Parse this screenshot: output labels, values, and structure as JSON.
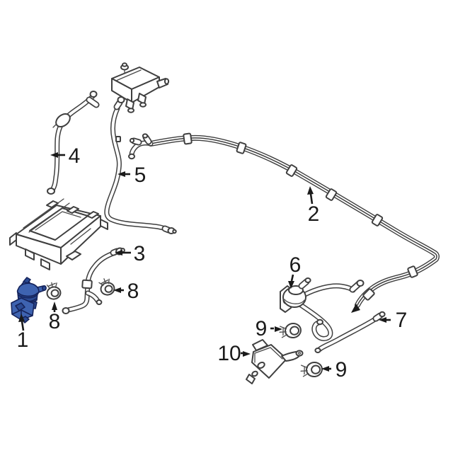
{
  "diagram": {
    "background": "#ffffff",
    "line_color": "#3f3f3f",
    "label_color": "#1a1a1a",
    "highlight_part": {
      "callout": "1",
      "fill": "#3e63b0",
      "shade": "#2b4a92",
      "outline": "#15235a"
    },
    "callouts": {
      "c1": {
        "text": "1"
      },
      "c2": {
        "text": "2"
      },
      "c3": {
        "text": "3"
      },
      "c4": {
        "text": "4"
      },
      "c5": {
        "text": "5"
      },
      "c6": {
        "text": "6"
      },
      "c7": {
        "text": "7"
      },
      "c8a": {
        "text": "8"
      },
      "c8b": {
        "text": "8"
      },
      "c9a": {
        "text": "9"
      },
      "c9b": {
        "text": "9"
      },
      "c10": {
        "text": "10"
      }
    }
  }
}
